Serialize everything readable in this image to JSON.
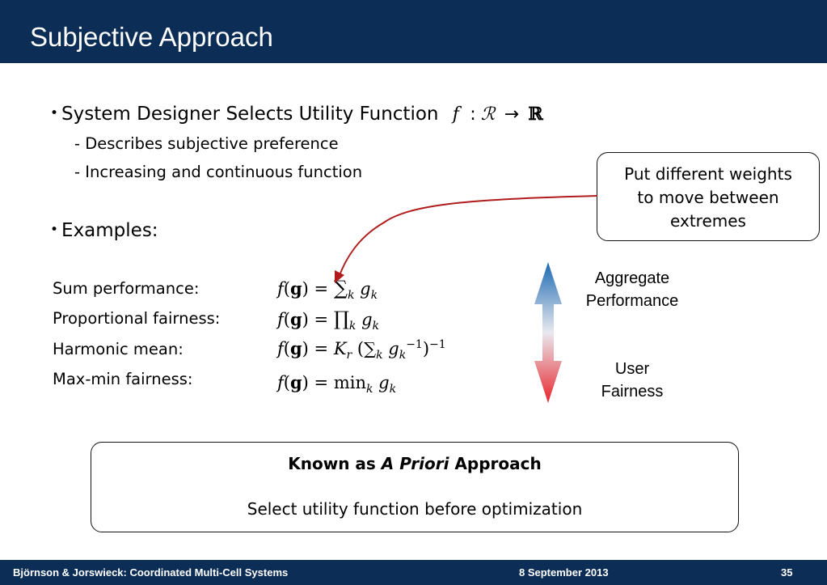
{
  "slide": {
    "title": "Subjective Approach"
  },
  "bullets": {
    "b1_text": "System Designer Selects Utility Function",
    "b1_math_f": "f",
    "b1_math_colon": ":",
    "b1_math_R": "ℛ",
    "b1_math_arrow": "→",
    "b1_math_reals": "ℝ",
    "sub1": "- Describes subjective preference",
    "sub2": "- Increasing and continuous function",
    "b2_text": "Examples:"
  },
  "callout": {
    "line1": "Put different weights",
    "line2": "to move between",
    "line3": "extremes"
  },
  "examples": [
    {
      "label": "Sum performance:",
      "formula_op": "∑",
      "formula_tail": "g"
    },
    {
      "label": "Proportional fairness:",
      "formula_op": "∏",
      "formula_tail": "g"
    },
    {
      "label": "Harmonic mean:",
      "formula_op": "K",
      "formula_tail": "g"
    },
    {
      "label": "Max-min fairness:",
      "formula_op": "min",
      "formula_tail": "g"
    }
  ],
  "arrow_labels": {
    "top_line1": "Aggregate",
    "top_line2": "Performance",
    "bottom_line1": "User",
    "bottom_line2": "Fairness"
  },
  "known_box": {
    "heading_pre": "Known as ",
    "heading_em": "A Priori",
    "heading_post": " Approach",
    "text": "Select utility function before optimization"
  },
  "footer": {
    "authors": "Björnson & Jorswieck: Coordinated Multi-Cell Systems",
    "date": "8 September 2013",
    "page": "35"
  },
  "colors": {
    "header_bg": "#0c2d55",
    "arrow_top": "#1c69b4",
    "arrow_bottom": "#e8242c",
    "callout_arrow": "#b01c1c"
  }
}
